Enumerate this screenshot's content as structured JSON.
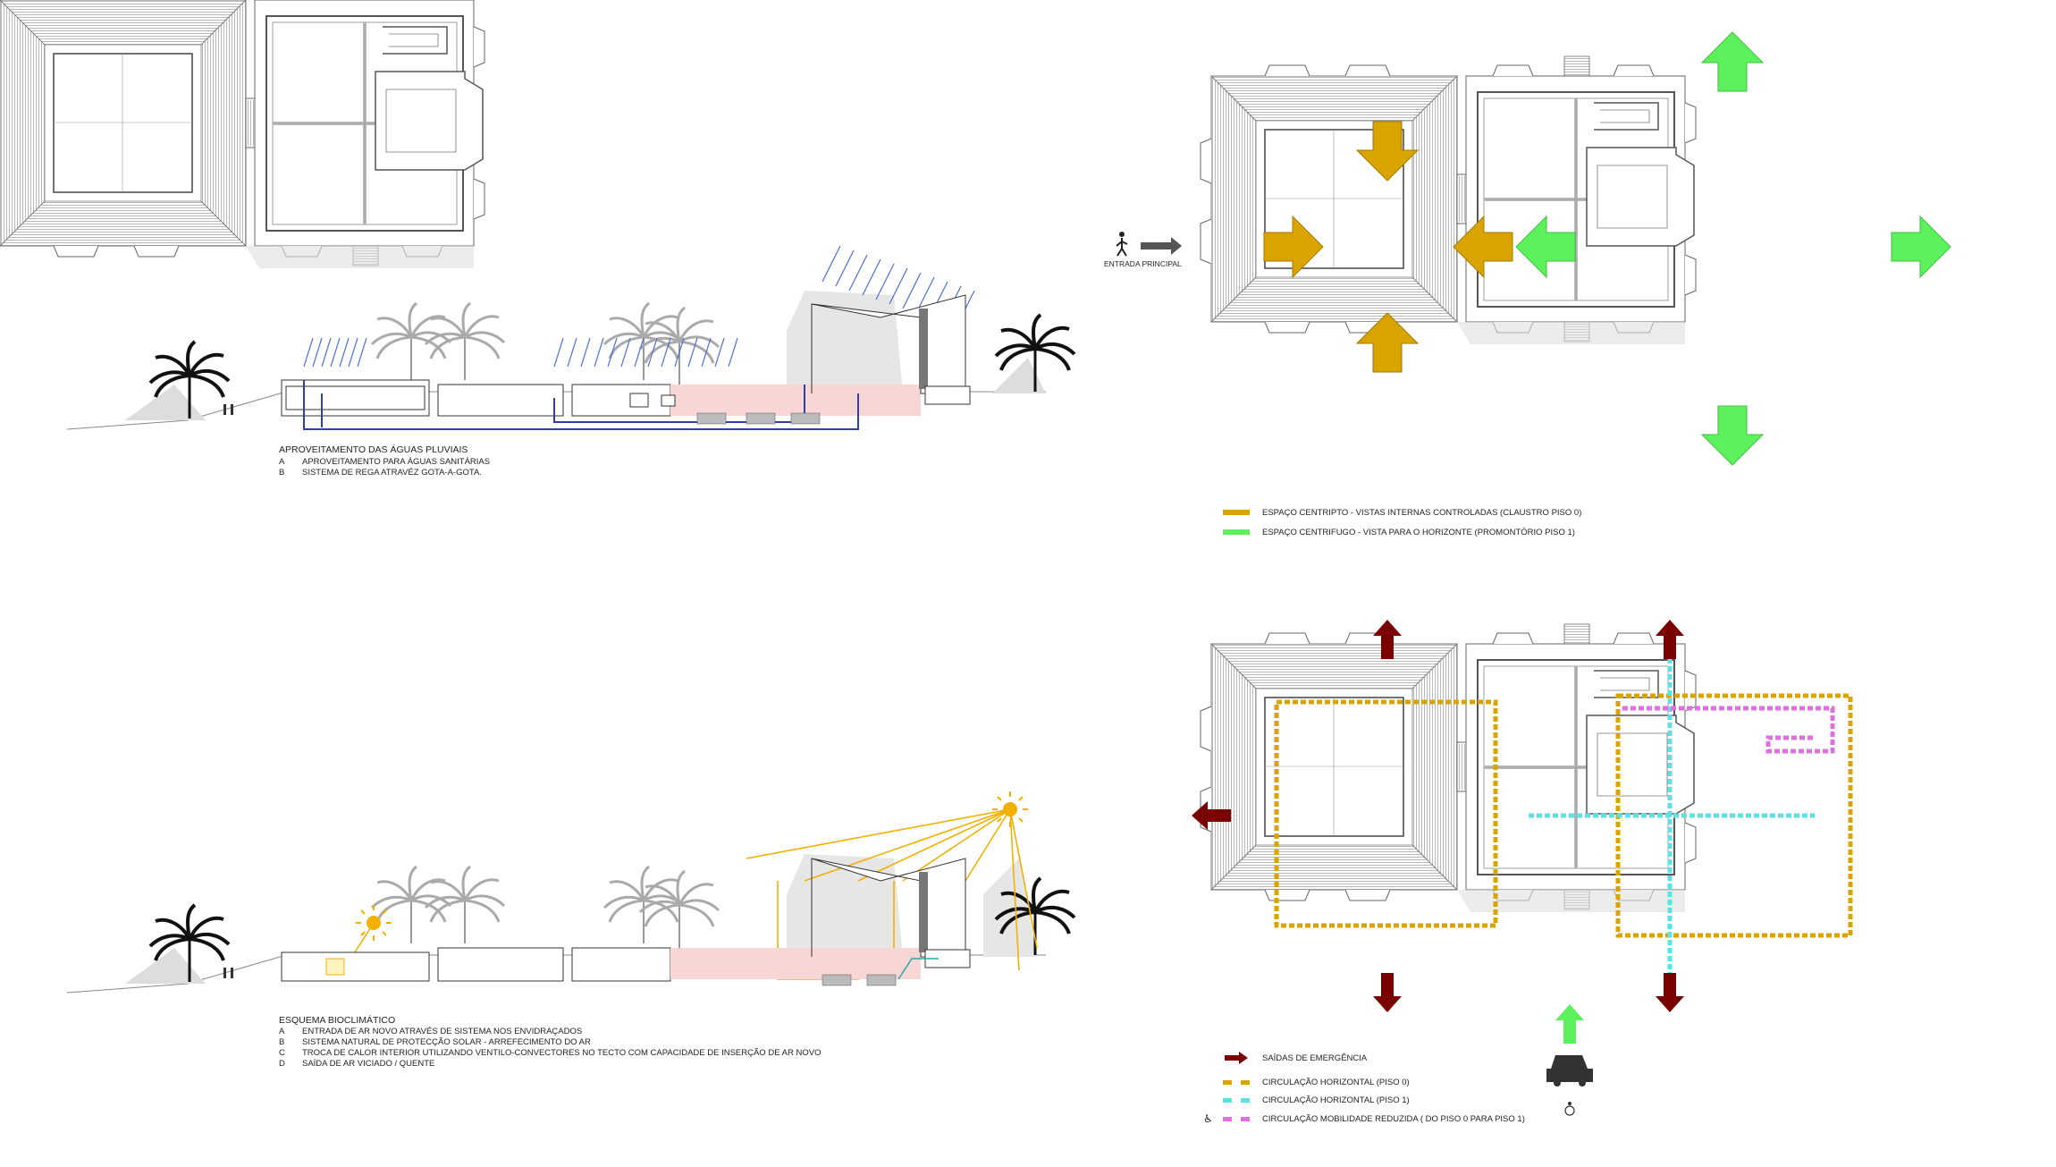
{
  "entrance": {
    "label": "ENTRADA PRINCIPAL"
  },
  "section_rain": {
    "title": "APROVEITAMENTO DAS ÁGUAS PLUVIAIS",
    "items": [
      {
        "key": "A",
        "text": "APROVEITAMENTO PARA ÁGUAS SANITÁRIAS"
      },
      {
        "key": "B",
        "text": "SISTEMA DE REGA ATRAVÉZ GOTA-A-GOTA."
      }
    ]
  },
  "section_bio": {
    "title": "ESQUEMA BIOCLIMÁTICO",
    "items": [
      {
        "key": "A",
        "text": "ENTRADA DE AR NOVO ATRAVÉS DE SISTEMA NOS ENVIDRAÇADOS"
      },
      {
        "key": "B",
        "text": "SISTEMA NATURAL DE PROTECÇÃO SOLAR - ARREFECIMENTO DO AR"
      },
      {
        "key": "C",
        "text": "TROCA DE CALOR INTERIOR UTILIZANDO VENTILO-CONVECTORES NO TECTO  COM CAPACIDADE DE INSERÇÃO DE AR NOVO"
      },
      {
        "key": "D",
        "text": "SAÍDA DE AR VICIADO / QUENTE"
      }
    ]
  },
  "legend_views": [
    {
      "text": "ESPAÇO CENTRIPTO - VISTAS INTERNAS CONTROLADAS (CLAUSTRO PISO 0)",
      "color": "#d9a400"
    },
    {
      "text": "ESPAÇO CENTRIFUGO - VISTA PARA O HORIZONTE (PROMONTÓRIO PISO 1)",
      "color": "#5df25d"
    }
  ],
  "legend_circulation": [
    {
      "text": "SAÍDAS DE EMERGÊNCIA",
      "color": "#7a0000"
    },
    {
      "text": "CIRCULAÇÃO HORIZONTAL (PISO 0)",
      "color": "#d9a400"
    },
    {
      "text": "CIRCULAÇÃO HORIZONTAL (PISO 1)",
      "color": "#5ee0e6"
    },
    {
      "text": "CIRCULAÇÃO MOBILIDADE REDUZIDA ( DO PISO 0 PARA PISO 1)",
      "color": "#e070e0"
    }
  ],
  "colors": {
    "centripetal": "#d9a400",
    "centrifugal": "#5df25d",
    "emergency": "#7a0000",
    "floor0": "#d9a400",
    "floor1": "#5ee0e6",
    "reduced": "#e070e0",
    "solar_panel": "#4a6fd6",
    "water_pipe": "#2f3fa8",
    "sun": "#f3b000"
  },
  "icons": [
    "walking-person-icon",
    "car-icon",
    "wheelchair-icon",
    "sun-icon",
    "palm-tree-icon"
  ]
}
